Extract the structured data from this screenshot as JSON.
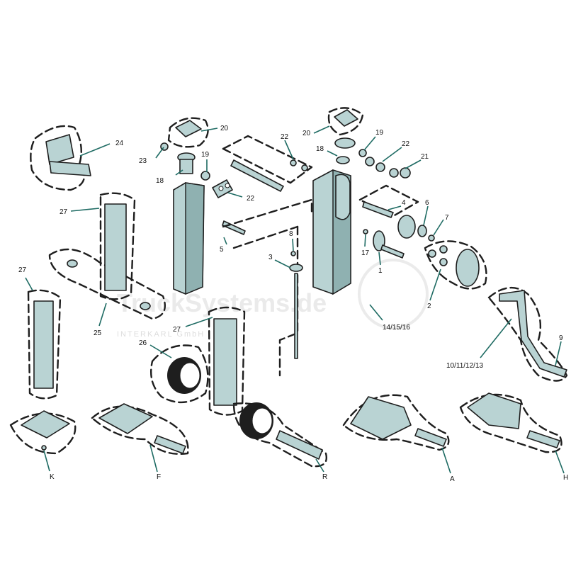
{
  "watermark": {
    "text": "TruckSystems.de",
    "subtext": "INTERKARL GmbH"
  },
  "callouts": [
    {
      "id": "c24",
      "label": "24"
    },
    {
      "id": "c20a",
      "label": "20"
    },
    {
      "id": "c23",
      "label": "23"
    },
    {
      "id": "c19a",
      "label": "19"
    },
    {
      "id": "c18a",
      "label": "18"
    },
    {
      "id": "c22a",
      "label": "22"
    },
    {
      "id": "c5",
      "label": "5"
    },
    {
      "id": "c27a",
      "label": "27"
    },
    {
      "id": "c27b",
      "label": "27"
    },
    {
      "id": "c25",
      "label": "25"
    },
    {
      "id": "c27c",
      "label": "27"
    },
    {
      "id": "c26",
      "label": "26"
    },
    {
      "id": "c8",
      "label": "8"
    },
    {
      "id": "c3",
      "label": "3"
    },
    {
      "id": "c20b",
      "label": "20"
    },
    {
      "id": "c22b",
      "label": "22"
    },
    {
      "id": "c19b",
      "label": "19"
    },
    {
      "id": "c18b",
      "label": "18"
    },
    {
      "id": "c22c",
      "label": "22"
    },
    {
      "id": "c21",
      "label": "21"
    },
    {
      "id": "c4",
      "label": "4"
    },
    {
      "id": "c6",
      "label": "6"
    },
    {
      "id": "c7",
      "label": "7"
    },
    {
      "id": "c17",
      "label": "17"
    },
    {
      "id": "c1",
      "label": "1"
    },
    {
      "id": "c2",
      "label": "2"
    },
    {
      "id": "c141516",
      "label": "14/15/16"
    },
    {
      "id": "c10111213",
      "label": "10/11/12/13"
    },
    {
      "id": "c9",
      "label": "9"
    },
    {
      "id": "cK",
      "label": "K"
    },
    {
      "id": "cF",
      "label": "F"
    },
    {
      "id": "cR",
      "label": "R"
    },
    {
      "id": "cA",
      "label": "A"
    },
    {
      "id": "cH",
      "label": "H"
    }
  ],
  "colors": {
    "part": "#b9d3d3",
    "leader": "#1e6b63",
    "outline": "#1e1e1e"
  }
}
